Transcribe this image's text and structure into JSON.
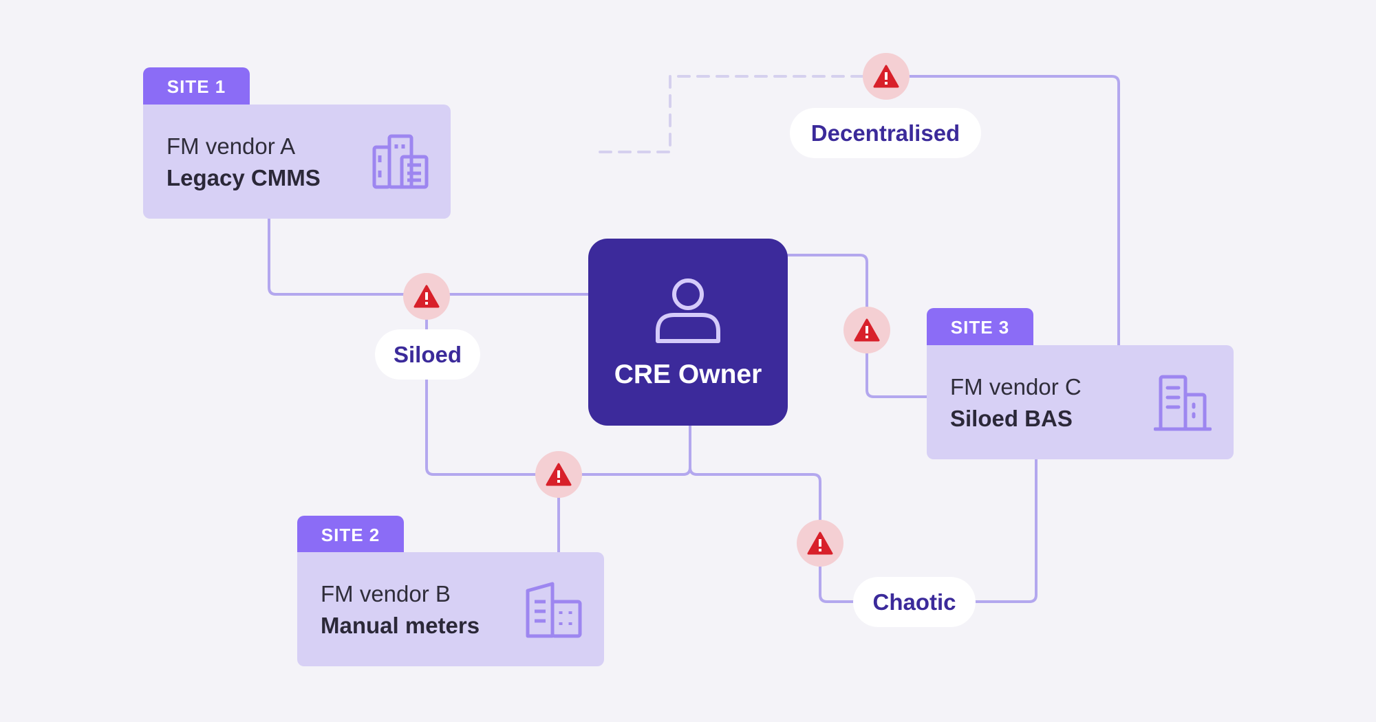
{
  "owner": {
    "label": "CRE Owner",
    "icon": "person-icon"
  },
  "sites": [
    {
      "tab": "SITE 1",
      "vendor": "FM vendor A",
      "system": "Legacy CMMS",
      "icon": "building-icon"
    },
    {
      "tab": "SITE 2",
      "vendor": "FM vendor B",
      "system": "Manual meters",
      "icon": "building-icon"
    },
    {
      "tab": "SITE 3",
      "vendor": "FM vendor C",
      "system": "Siloed BAS",
      "icon": "building-icon"
    }
  ],
  "labels": {
    "decentralised": "Decentralised",
    "siloed": "Siloed",
    "chaotic": "Chaotic"
  },
  "warning_icon": "warning-triangle-icon",
  "colors": {
    "background": "#f4f3f8",
    "owner_fill": "#3c2a9b",
    "site_card": "#d7d0f5",
    "site_tab": "#8b6cf6",
    "connector": "#b3a7ee",
    "warning_fill": "#f4cfd3",
    "warning_icon": "#d8202a",
    "label_text": "#3b2a9a"
  }
}
